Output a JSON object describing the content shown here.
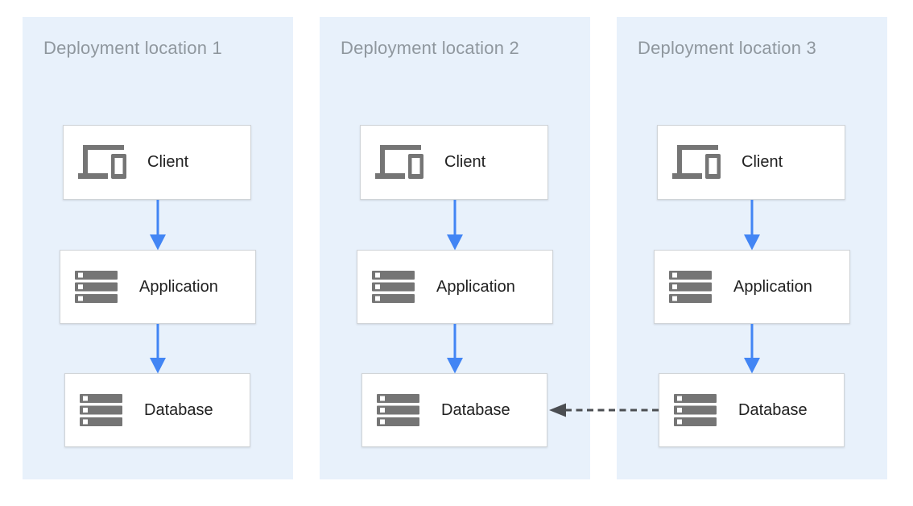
{
  "diagram": {
    "locations": [
      {
        "title": "Deployment location 1",
        "nodes": [
          {
            "id": "client-1",
            "label": "Client",
            "icon": "client-devices"
          },
          {
            "id": "application-1",
            "label": "Application",
            "icon": "server-stack"
          },
          {
            "id": "database-1",
            "label": "Database",
            "icon": "server-stack"
          }
        ]
      },
      {
        "title": "Deployment location 2",
        "nodes": [
          {
            "id": "client-2",
            "label": "Client",
            "icon": "client-devices"
          },
          {
            "id": "application-2",
            "label": "Application",
            "icon": "server-stack"
          },
          {
            "id": "database-2",
            "label": "Database",
            "icon": "server-stack"
          }
        ]
      },
      {
        "title": "Deployment location 3",
        "nodes": [
          {
            "id": "client-3",
            "label": "Client",
            "icon": "client-devices"
          },
          {
            "id": "application-3",
            "label": "Application",
            "icon": "server-stack"
          },
          {
            "id": "database-3",
            "label": "Database",
            "icon": "server-stack"
          }
        ]
      }
    ],
    "edges": [
      {
        "from": "client-1",
        "to": "application-1",
        "style": "solid"
      },
      {
        "from": "application-1",
        "to": "database-1",
        "style": "solid"
      },
      {
        "from": "client-2",
        "to": "application-2",
        "style": "solid"
      },
      {
        "from": "application-2",
        "to": "database-2",
        "style": "solid"
      },
      {
        "from": "client-3",
        "to": "application-3",
        "style": "solid"
      },
      {
        "from": "application-3",
        "to": "database-3",
        "style": "solid"
      },
      {
        "from": "database-3",
        "to": "database-2",
        "style": "dashed"
      }
    ]
  },
  "colors": {
    "panel_bg": "#e8f1fb",
    "box_border": "#d0d4d8",
    "icon_gray": "#757575",
    "arrow_blue": "#4285f4",
    "dashed_gray": "#4b4e52",
    "title_text": "#8f979e",
    "label_text": "#212121",
    "canvas_bg": "#ffffff"
  }
}
